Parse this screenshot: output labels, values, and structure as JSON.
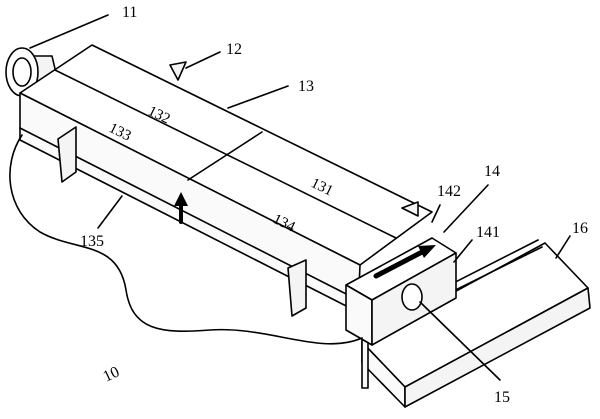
{
  "labels": {
    "l11": "11",
    "l12": "12",
    "l13": "13",
    "l14": "14",
    "l16": "16",
    "l131": "131",
    "l132": "132",
    "l133": "133",
    "l134": "134",
    "l135": "135",
    "l141": "141",
    "l142": "142",
    "l15": "15",
    "l10": "10"
  }
}
